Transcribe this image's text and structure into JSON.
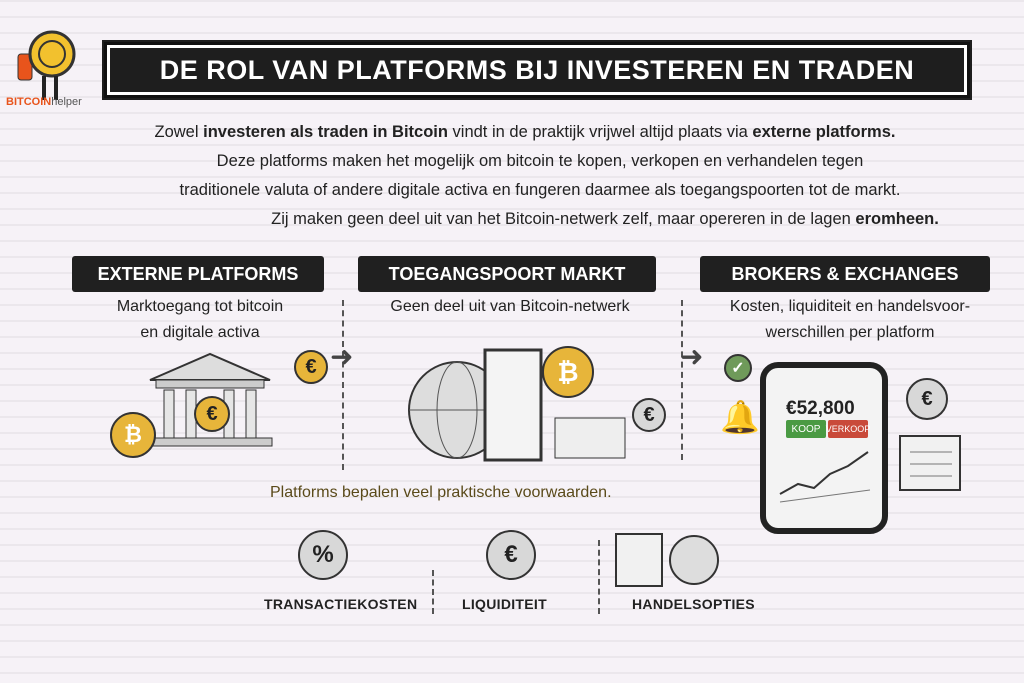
{
  "logo": {
    "brand_bold": "BITCOIN",
    "brand_light": "helper"
  },
  "title": "DE ROL VAN PLATFORMS BIJ INVESTEREN EN TRADEN",
  "intro": {
    "line1": {
      "a": "Zowel ",
      "b": "investeren als traden in Bitcoin",
      "c": " vindt in de praktijk vrijwel altijd plaats via ",
      "d": "externe platforms."
    },
    "line2": "Deze platforms maken het mogelijk om bitcoin te kopen, verkopen en verhandelen tegen",
    "line3": "traditionele valuta of andere digitale activa en fungeren daarmee als toegangspoorten tot de markt.",
    "line4": {
      "a": "Zij maken geen deel uit van het Bitcoin-netwerk zelf, maar opereren in de lagen ",
      "b": "eromheen."
    }
  },
  "columns": [
    {
      "heading": "EXTERNE PLATFORMS",
      "sub1": "Marktoegang tot bitcoin",
      "sub2": "en digitale activa"
    },
    {
      "heading": "TOEGANGSPOORT MARKT",
      "sub1": "Geen deel uit van Bitcoin-netwerk"
    },
    {
      "heading": "BROKERS & EXCHANGES",
      "sub1": "Kosten, liquiditeit en handelsvoor-",
      "sub2": "werschillen per platform"
    }
  ],
  "phone": {
    "price": "€52,800",
    "buy": "KOOP",
    "sell": "VERKOOP"
  },
  "symbols": {
    "btc": "₿",
    "eur": "€",
    "pct": "%",
    "check": "✓",
    "bell": "🔔"
  },
  "note": "Platforms bepalen veel praktische voorwaarden.",
  "features": [
    "TRANSACTIEKOSTEN",
    "LIQUIDITEIT",
    "HANDELSOPTIES"
  ]
}
